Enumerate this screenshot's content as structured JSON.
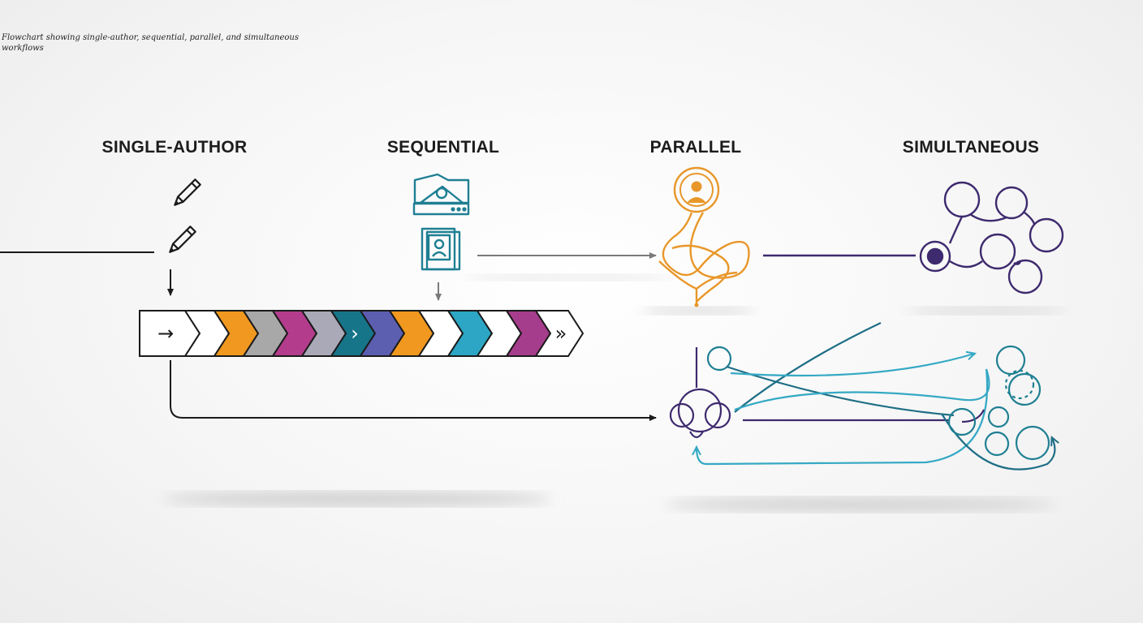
{
  "caption": "Flowchart showing single-author, sequential, parallel, and simultaneous workflows",
  "columns": [
    {
      "title": "SINGLE-AUTHOR"
    },
    {
      "title": "SEQUENTIAL"
    },
    {
      "title": "PARALLEL"
    },
    {
      "title": "SIMULTANEOUS"
    }
  ],
  "colors": {
    "ink": "#1a1a1a",
    "teal": "#1f7f93",
    "orange": "#e8972a",
    "purple": "#3e2a6e",
    "cyan": "#35a9c4",
    "gray_arrow": "#7a7a7a"
  },
  "chevron_strip": [
    {
      "fill": "#ffffff",
      "symbol": "→"
    },
    {
      "fill": "#ffffff"
    },
    {
      "fill": "#f0981f"
    },
    {
      "fill": "#a8a8a8"
    },
    {
      "fill": "#b33d8c"
    },
    {
      "fill": "#a9a9b8"
    },
    {
      "fill": "#17758a",
      "symbol": "›"
    },
    {
      "fill": "#5c5fb0"
    },
    {
      "fill": "#f0981f"
    },
    {
      "fill": "#ffffff"
    },
    {
      "fill": "#2ca6c4"
    },
    {
      "fill": "#ffffff"
    },
    {
      "fill": "#a63d8c"
    },
    {
      "fill": "#ffffff",
      "symbol": "»"
    }
  ],
  "icons": [
    "pencil-icon",
    "pencil-icon",
    "monitor-icon",
    "document-person-icon",
    "person-node-icon",
    "bubble-network-icon",
    "collaboration-network-icon"
  ]
}
